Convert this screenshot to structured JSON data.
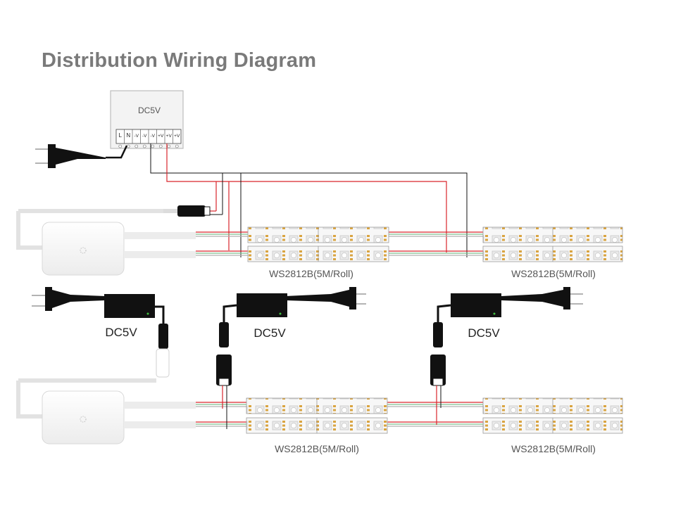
{
  "title": "Distribution Wiring Diagram",
  "psu": {
    "label": "DC5V",
    "terminals": [
      "L",
      "N",
      "-V",
      "-V",
      "-V",
      "+V",
      "+V",
      "+V"
    ]
  },
  "adapters": [
    {
      "label": "DC5V"
    },
    {
      "label": "DC5V"
    },
    {
      "label": "DC5V"
    }
  ],
  "strips": [
    {
      "label": "WS2812B(5M/Roll)"
    },
    {
      "label": "WS2812B(5M/Roll)"
    },
    {
      "label": "WS2812B(5M/Roll)"
    },
    {
      "label": "WS2812B(5M/Roll)"
    }
  ],
  "colors": {
    "positive_wire": "#d9262c",
    "negative_wire": "#111111",
    "data_wire": "#7fbf8f",
    "strip_pcb": "#f5f5f5",
    "led_pad": "#d9a441",
    "title_text": "#7a7a7a",
    "label_text": "#555555"
  }
}
